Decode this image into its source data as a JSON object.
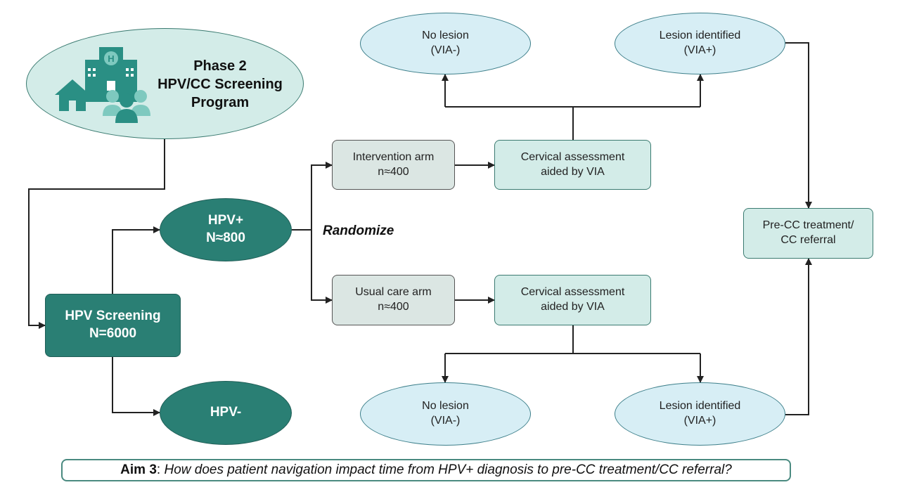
{
  "title_node": {
    "line1": "Phase 2",
    "line2": "HPV/CC Screening",
    "line3": "Program",
    "icon": "hospital-community-icon"
  },
  "screening": {
    "text": "HPV Screening\nN=6000"
  },
  "hpv_pos": {
    "text": "HPV+\nN≈800"
  },
  "hpv_neg": {
    "text": "HPV-"
  },
  "randomize": "Randomize",
  "intervention": {
    "text": "Intervention arm\nn≈400"
  },
  "usual": {
    "text": "Usual care arm\nn≈400"
  },
  "assess_top": {
    "text": "Cervical assessment\naided by VIA"
  },
  "assess_bottom": {
    "text": "Cervical assessment\naided by VIA"
  },
  "no_lesion_top": {
    "text": "No lesion\n(VIA-)"
  },
  "lesion_top": {
    "text": "Lesion identified\n(VIA+)"
  },
  "no_lesion_bottom": {
    "text": "No lesion\n(VIA-)"
  },
  "lesion_bottom": {
    "text": "Lesion identified\n(VIA+)"
  },
  "treatment": {
    "text": "Pre-CC treatment/\nCC referral"
  },
  "aim": {
    "label": "Aim 3",
    "sep": ": ",
    "question": "How does patient navigation impact time from HPV+ diagnosis to pre-CC treatment/CC referral?"
  },
  "colors": {
    "dark_teal": "#2a7f74",
    "mint": "#d3ece8",
    "light_blue": "#d7eef5",
    "grey": "#dbe6e3",
    "line": "#222222"
  }
}
